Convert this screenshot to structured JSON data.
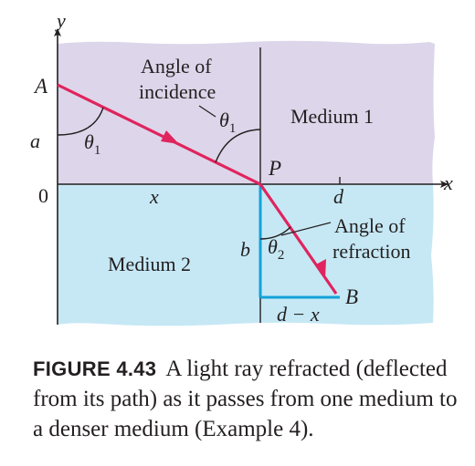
{
  "diagram": {
    "axis_y_label": "y",
    "axis_x_label": "x",
    "origin_label": "0",
    "point_a": "A",
    "point_p": "P",
    "point_b": "B",
    "dist_a": "a",
    "dist_x": "x",
    "dist_d": "d",
    "dist_b": "b",
    "dist_d_minus_x": "d − x",
    "theta_symbol": "θ",
    "theta1_sub": "1",
    "theta2_sub": "2",
    "incidence_line1": "Angle of",
    "incidence_line2": "incidence",
    "refraction_line1": "Angle of",
    "refraction_line2": "refraction",
    "medium1": "Medium 1",
    "medium2": "Medium 2",
    "colors": {
      "medium1_fill": "#ddd6ea",
      "medium2_fill": "#c6e8f5",
      "ray": "#e0245e",
      "construction": "#13a2d8",
      "ink": "#231f20"
    }
  },
  "caption": {
    "label": "FIGURE 4.43",
    "text": "A light ray refracted (deflected from its path) as it passes from one medium to a denser medium (Example 4)."
  }
}
